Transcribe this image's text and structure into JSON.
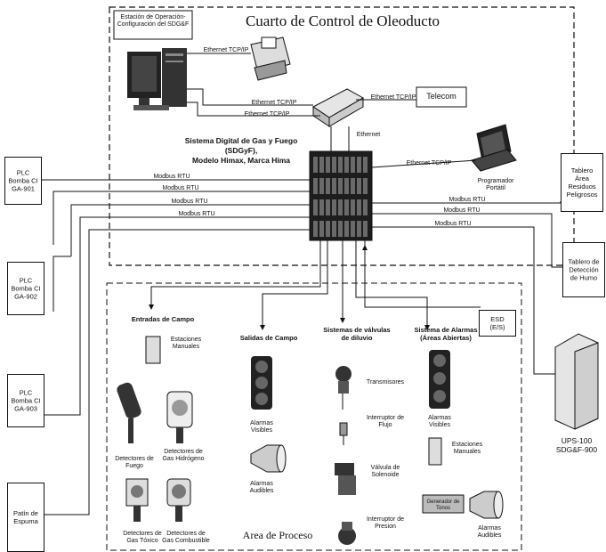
{
  "control_room": {
    "title": "Cuarto de Control de Oleoducto",
    "station_label": "Estación de Operación-\nConfiguración del SDG&F",
    "system_label": "Sistema Digital de Gas y Fuego (SDGyF),\nModelo Himax, Marca Hima",
    "programmer_label": "Programador\nPortátil"
  },
  "links": {
    "ethernet_tcpip": "Ethernet TCP/IP",
    "ethernet": "Ethernet",
    "modbus_rtu": "Modbus RTU"
  },
  "external": {
    "telecom": "Telecom",
    "plc_901": "PLC\nBomba CI\nGA-901",
    "plc_902": "PLC\nBomba CI\nGA-902",
    "plc_903": "PLC\nBomba CI\nGA-903",
    "foam_skid": "Patín de\nEspuma",
    "hazardous_waste_board": "Tablero\nÁrea\nResiduos\nPeligrosos",
    "smoke_board": "Tablero de\nDetección\nde Humo",
    "esd": "ESD\n(E/S)",
    "ups": "UPS-100\nSDG&F-900"
  },
  "process_area": {
    "title": "Area de Proceso",
    "inputs": {
      "heading": "Entradas de Campo",
      "manual_stations": "Estaciones\nManuales",
      "fire_detectors": "Detectores de\nFuego",
      "h2_detectors": "Detectores de\nGas Hidrógeno",
      "toxic_detectors": "Detectores de\nGas Tóxico",
      "combustible_detectors": "Detectores de\nGas Combustible"
    },
    "outputs": {
      "heading": "Salidas de Campo",
      "visible_alarms": "Alarmas\nVisibles",
      "audible_alarms": "Alarmas\nAudibles"
    },
    "deluge": {
      "heading": "Sistemas de válvulas\nde diluvio",
      "transmitters": "Transmisores",
      "flow_switch": "Interruptor de\nFlujo",
      "solenoid_valve": "Válvula de\nSolenoide",
      "pressure_switch": "Interruptor de\nPresion"
    },
    "alarms": {
      "heading": "Sistema de Alarmas\n(Áreas Abiertas)",
      "visible_alarms": "Alarmas\nVisibles",
      "manual_stations": "Estaciones\nManuales",
      "tone_generator": "Generador de\nTonos",
      "audible_alarms": "Alarmas\nAudibles"
    }
  }
}
